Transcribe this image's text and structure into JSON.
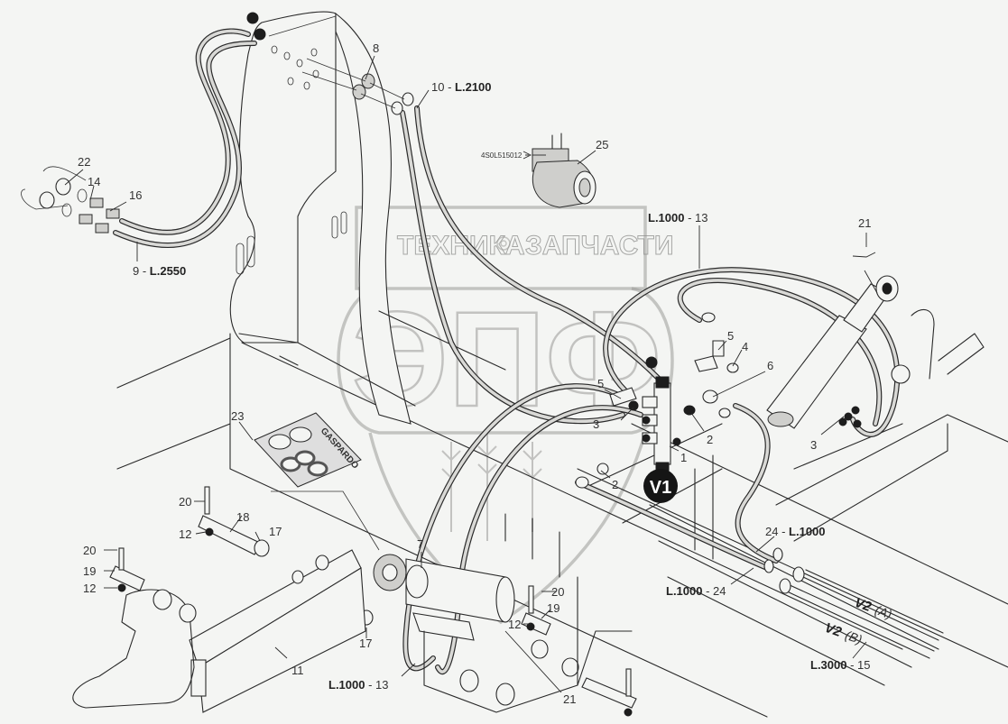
{
  "diagram": {
    "kind": "exploded hydraulic parts diagram",
    "colors": {
      "background": "#f4f5f3",
      "line": "#2a2a2a",
      "watermark": "#9a9a98",
      "badge": "#151515"
    },
    "watermark": {
      "left_word": "ТЕХНИКА",
      "right_word": "ЗАПЧАСТИ",
      "logo_letters": "ЭПФ",
      "gear_icon": "gear-icon"
    },
    "badge": {
      "label": "V1"
    },
    "part_callouts": [
      {
        "id": "c8",
        "text": "8"
      },
      {
        "id": "c10",
        "number": "10",
        "sep": " - ",
        "length": "L.2100"
      },
      {
        "id": "c25",
        "text": "25"
      },
      {
        "id": "c25code",
        "text": "4S0L515012"
      },
      {
        "id": "c22",
        "text": "22"
      },
      {
        "id": "c14",
        "text": "14"
      },
      {
        "id": "c16",
        "text": "16"
      },
      {
        "id": "c9",
        "number": "9",
        "sep": " - ",
        "length": "L.2550"
      },
      {
        "id": "c13a",
        "length": "L.1000",
        "sep": " - ",
        "number": "13"
      },
      {
        "id": "c21a",
        "text": "21"
      },
      {
        "id": "c5a",
        "text": "5"
      },
      {
        "id": "c4",
        "text": "4"
      },
      {
        "id": "c6",
        "text": "6"
      },
      {
        "id": "c5b",
        "text": "5"
      },
      {
        "id": "c3a",
        "text": "3"
      },
      {
        "id": "c2a",
        "text": "2"
      },
      {
        "id": "c1",
        "text": "1"
      },
      {
        "id": "c2b",
        "text": "2"
      },
      {
        "id": "c3b",
        "text": "3"
      },
      {
        "id": "c23",
        "text": "23"
      },
      {
        "id": "c23brand",
        "text": "GASPARDO"
      },
      {
        "id": "c20a",
        "text": "20"
      },
      {
        "id": "c18",
        "text": "18"
      },
      {
        "id": "c12a",
        "text": "12"
      },
      {
        "id": "c17a",
        "text": "17"
      },
      {
        "id": "c20b",
        "text": "20"
      },
      {
        "id": "c19a",
        "text": "19"
      },
      {
        "id": "c12b",
        "text": "12"
      },
      {
        "id": "c7",
        "text": "7"
      },
      {
        "id": "c24a",
        "number": "24",
        "sep": " - ",
        "length": "L.1000"
      },
      {
        "id": "c24b",
        "length": "L.1000",
        "sep": " - ",
        "number": "24"
      },
      {
        "id": "c20c",
        "text": "20"
      },
      {
        "id": "c19b",
        "text": "19"
      },
      {
        "id": "c12c",
        "text": "12"
      },
      {
        "id": "c17b",
        "text": "17"
      },
      {
        "id": "c11",
        "text": "11"
      },
      {
        "id": "c13b",
        "length": "L.1000",
        "sep": " - ",
        "number": "13"
      },
      {
        "id": "c21b",
        "text": "21"
      },
      {
        "id": "c15",
        "length": "L.3000",
        "sep": " - ",
        "number": "15"
      }
    ],
    "line_labels": [
      {
        "id": "v2a",
        "name": "V2",
        "port": "(A)"
      },
      {
        "id": "v2b",
        "name": "V2",
        "port": "(B)"
      }
    ]
  }
}
